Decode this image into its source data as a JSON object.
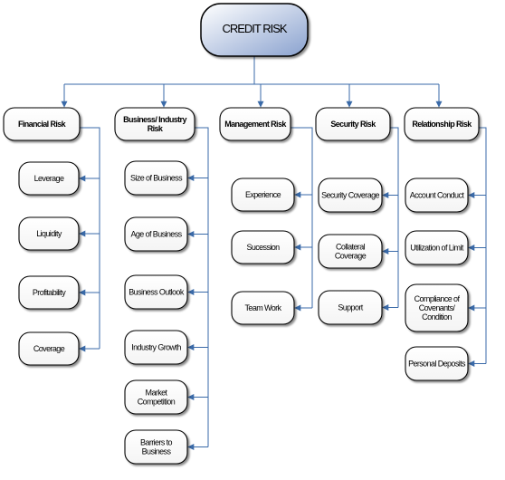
{
  "root": {
    "label": "CREDIT RISK"
  },
  "colors": {
    "connector": "#3a6aa8",
    "box_border": "#000000",
    "root_fill_light": "#ffffff",
    "root_fill_dark": "#8aa2cf"
  },
  "categories": [
    {
      "id": "financial",
      "label": [
        "Financial Risk"
      ],
      "items": [
        [
          "Leverage"
        ],
        [
          "Liquidity"
        ],
        [
          "Profitability"
        ],
        [
          "Coverage"
        ]
      ]
    },
    {
      "id": "business",
      "label": [
        "Business/ Industry",
        "Risk"
      ],
      "items": [
        [
          "Size of Business"
        ],
        [
          "Age of Business"
        ],
        [
          "Business Outlook"
        ],
        [
          "Industry Growth"
        ],
        [
          "Market",
          "Competition"
        ],
        [
          "Barriers to",
          "Business"
        ]
      ]
    },
    {
      "id": "management",
      "label": [
        "Management Risk"
      ],
      "items": [
        [
          "Experience"
        ],
        [
          "Sucession"
        ],
        [
          "Team Work"
        ]
      ]
    },
    {
      "id": "security",
      "label": [
        "Security Risk"
      ],
      "items": [
        [
          "Security Coverage"
        ],
        [
          "Collateral",
          "Coverage"
        ],
        [
          "Support"
        ]
      ]
    },
    {
      "id": "relationship",
      "label": [
        "Relationship Risk"
      ],
      "items": [
        [
          "Account Conduct"
        ],
        [
          "Utilization of Limit"
        ],
        [
          "Compliance of",
          "Covenants/",
          "Condition"
        ],
        [
          "Personal Deposits"
        ]
      ]
    }
  ]
}
